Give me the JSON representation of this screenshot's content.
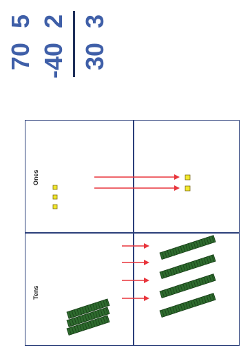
{
  "columns": {
    "tens": "Tens",
    "ones": "Ones"
  },
  "problem": {
    "minuend": {
      "tens": "70",
      "ones": "5"
    },
    "subtrahend": {
      "tens": "-40",
      "ones": "2"
    },
    "difference": {
      "tens": "30",
      "ones": "3"
    }
  },
  "colors": {
    "rod": "#2e6b2e",
    "unit_cube": "#f2e82c",
    "arrow": "#e8353c",
    "digits": "#3f5fa8",
    "grid": "#2b3f7a"
  },
  "icons": [
    "ten-rod-icon",
    "unit-cube-icon",
    "arrow-icon"
  ]
}
